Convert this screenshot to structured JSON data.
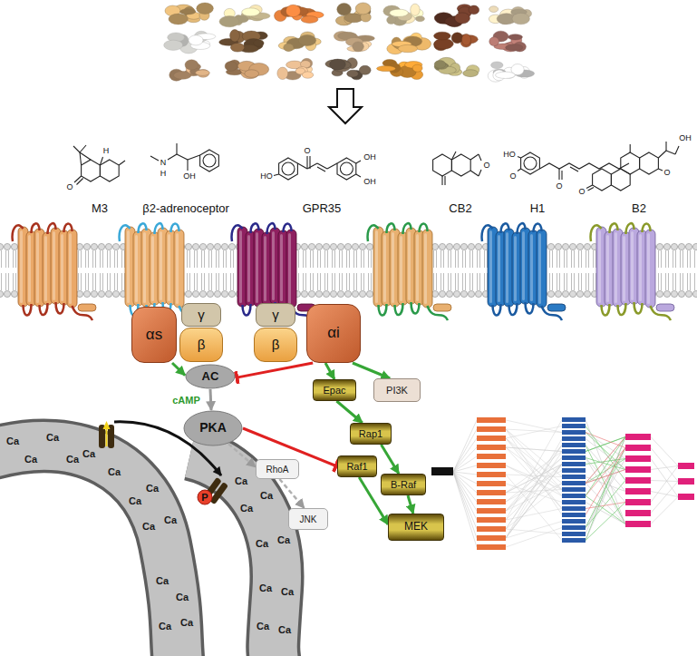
{
  "diagram": {
    "nodes": [
      {
        "text": [
          "αs"
        ]
      },
      {
        "text": [
          "γ"
        ]
      },
      {
        "text": [
          "β"
        ]
      },
      {
        "text": [
          "γ"
        ]
      },
      {
        "text": [
          "β"
        ]
      },
      {
        "text": [
          "αi"
        ]
      },
      {
        "text": [
          "AC"
        ]
      },
      {
        "text": [
          "Epac"
        ]
      },
      {
        "text": [
          "PI3K"
        ]
      },
      {
        "text": [
          "PKA"
        ]
      },
      {
        "text": [
          "Rap1"
        ]
      },
      {
        "text": [
          "Raf1"
        ]
      },
      {
        "text": [
          "RhoA"
        ]
      },
      {
        "text": [
          "B-Raf"
        ]
      },
      {
        "text": [
          "P"
        ]
      },
      {
        "text": [
          "JNK"
        ]
      },
      {
        "text": [
          "MEK"
        ]
      }
    ],
    "edges": [
      {
        "from": 0,
        "to": 6,
        "arrow": "to"
      },
      {
        "from": 5,
        "to": 6,
        "arrow": "to"
      },
      {
        "from": 6,
        "to": 9,
        "label": "cAMP",
        "arrow": "to"
      },
      {
        "from": 5,
        "to": 7,
        "arrow": "to"
      },
      {
        "from": 5,
        "to": 8,
        "arrow": "to"
      },
      {
        "from": 9,
        "to": 12,
        "arrow": "to"
      },
      {
        "from": 9,
        "to": 11,
        "arrow": "to"
      },
      {
        "from": 7,
        "to": 10,
        "arrow": "to"
      },
      {
        "from": 12,
        "to": 15,
        "arrow": "to"
      },
      {
        "from": 10,
        "to": 13,
        "arrow": "to"
      },
      {
        "from": 11,
        "to": 16,
        "arrow": "to"
      },
      {
        "from": 13,
        "to": 16,
        "arrow": "to"
      }
    ],
    "labels": [
      "H",
      "O",
      "N",
      "H",
      "OH",
      "HO",
      "O",
      "OH",
      "OH",
      "O",
      "HO",
      "O",
      "O",
      "O",
      "OH",
      "O",
      "M3",
      "β2-adrenoceptor",
      "GPR35",
      "CB2",
      "H1",
      "B2",
      "Ca",
      "Ca",
      "Ca",
      "Ca",
      "Ca",
      "Ca",
      "Ca",
      "Ca",
      "Ca",
      "Ca",
      "Ca",
      "Ca",
      "Ca",
      "Ca",
      "Ca",
      "Ca",
      "Ca",
      "Ca",
      "Ca",
      "Ca",
      "Ca",
      "Ca",
      "Ca"
    ]
  }
}
